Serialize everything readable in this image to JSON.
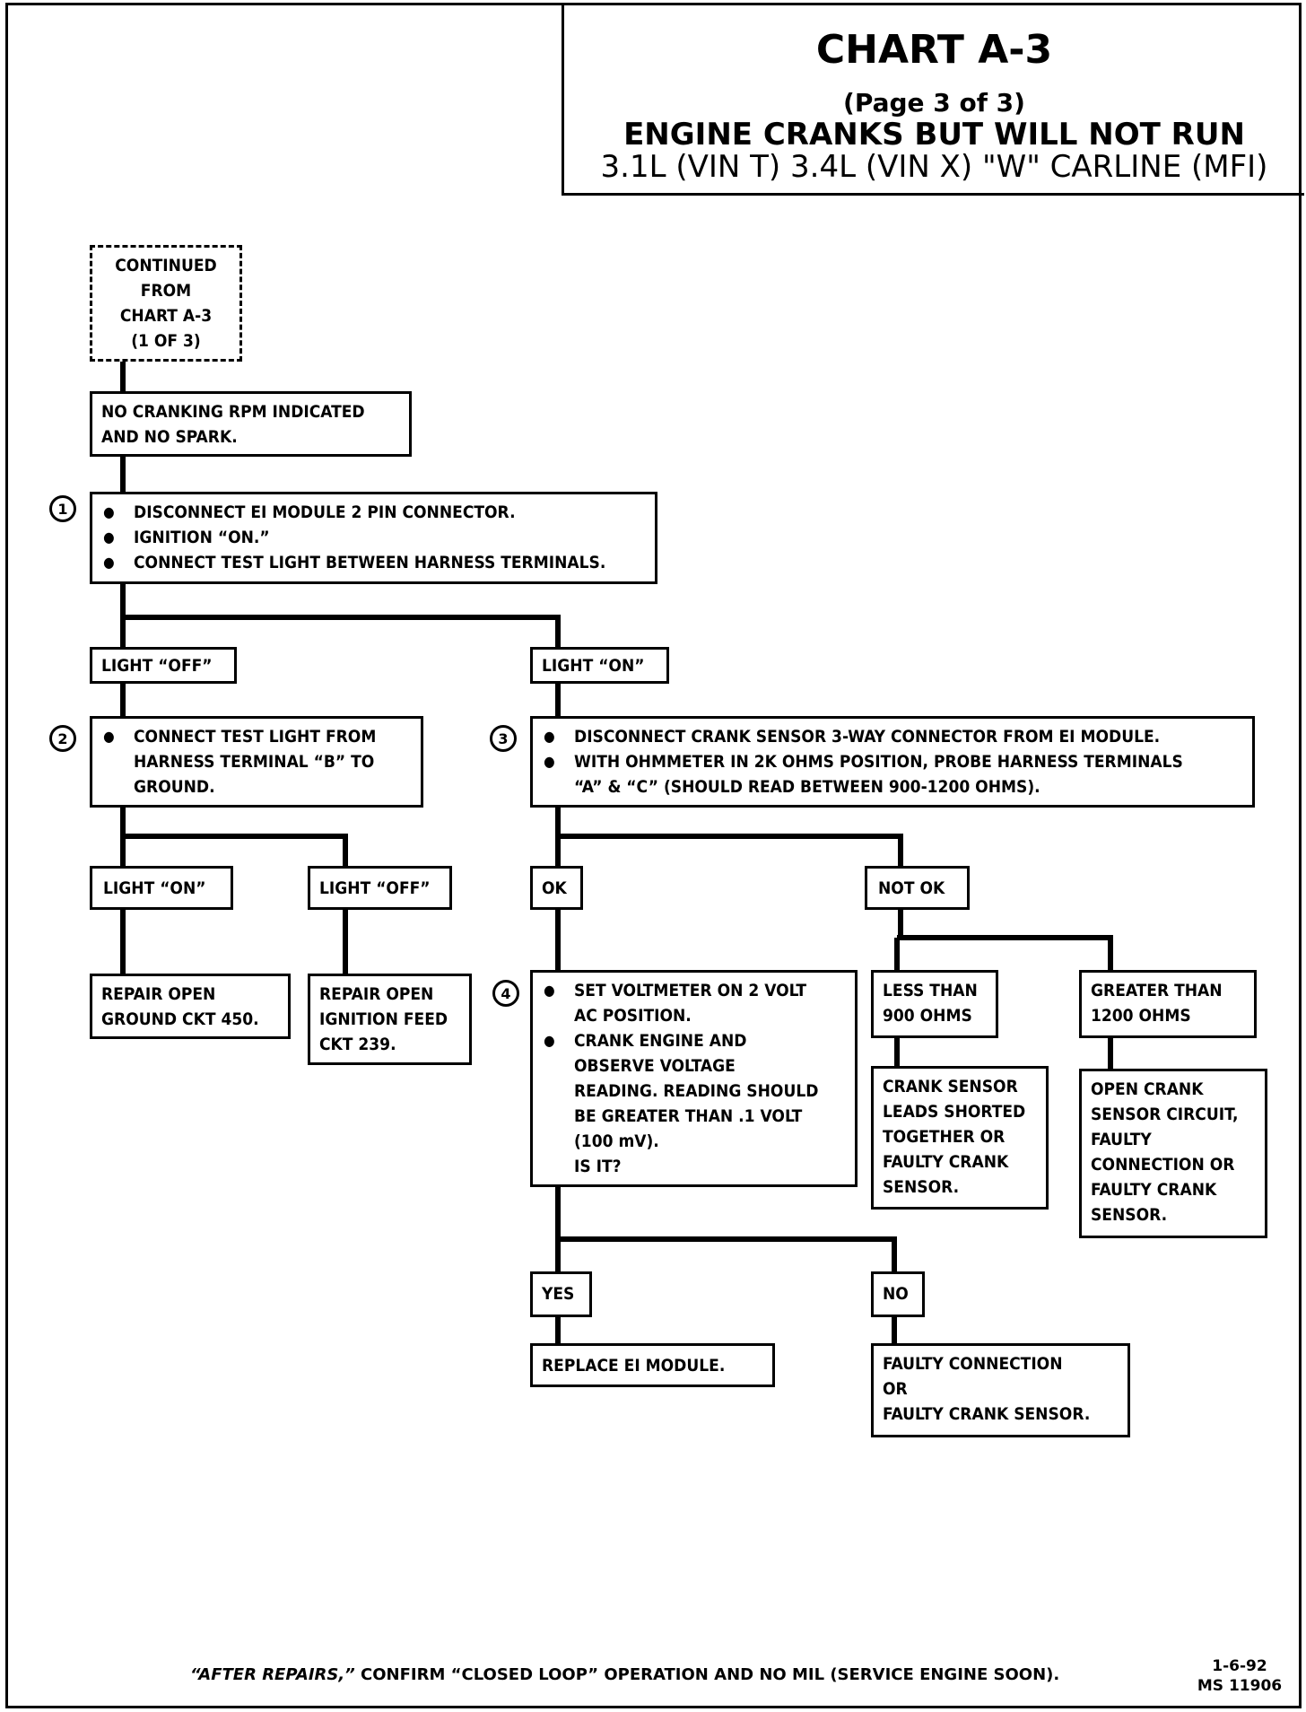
{
  "header": {
    "chart_title": "CHART A-3",
    "page_indicator": "(Page 3 of 3)",
    "subtitle": "ENGINE CRANKS BUT WILL NOT RUN",
    "subtitle2": "3.1L (VIN T) 3.4L (VIN X) \"W\" CARLINE (MFI)"
  },
  "continued": [
    "CONTINUED",
    "FROM",
    "CHART A-3",
    "(1 OF 3)"
  ],
  "start_box": [
    "NO CRANKING RPM INDICATED",
    "AND NO SPARK."
  ],
  "steps": {
    "s1": "1",
    "s2": "2",
    "s3": "3",
    "s4": "4"
  },
  "step1_items": [
    "DISCONNECT EI MODULE 2 PIN CONNECTOR.",
    "IGNITION “ON.”",
    "CONNECT TEST LIGHT BETWEEN HARNESS TERMINALS."
  ],
  "light_off_1": "LIGHT “OFF”",
  "light_on_1": "LIGHT “ON”",
  "step2_item": [
    "CONNECT TEST LIGHT  FROM",
    "HARNESS TERMINAL “B” TO",
    "GROUND."
  ],
  "step3_items": [
    [
      "DISCONNECT CRANK SENSOR  3-WAY CONNECTOR FROM EI MODULE."
    ],
    [
      "WITH OHMMETER IN 2K OHMS POSITION, PROBE HARNESS TERMINALS",
      "“A” & “C”  (SHOULD READ BETWEEN 900-1200 OHMS)."
    ]
  ],
  "light_on_2": "LIGHT “ON”",
  "light_off_2": "LIGHT “OFF”",
  "ok": "OK",
  "not_ok": "NOT OK",
  "repair_ground": [
    "REPAIR OPEN",
    "GROUND CKT 450."
  ],
  "repair_ignition": [
    "REPAIR OPEN",
    "IGNITION FEED",
    "CKT 239."
  ],
  "step4_items": [
    [
      "SET VOLTMETER ON 2 VOLT",
      "AC POSITION."
    ],
    [
      "CRANK ENGINE AND",
      "OBSERVE VOLTAGE",
      "READING.  READING SHOULD",
      "BE GREATER THAN .1 VOLT",
      "(100 mV).",
      "IS IT?"
    ]
  ],
  "less_than": [
    "LESS THAN",
    "900 OHMS"
  ],
  "greater_than": [
    "GREATER THAN",
    "1200 OHMS"
  ],
  "crank_shorted": [
    "CRANK SENSOR",
    "LEADS SHORTED",
    "TOGETHER OR",
    "FAULTY CRANK",
    "SENSOR."
  ],
  "open_crank": [
    "OPEN CRANK",
    "SENSOR CIRCUIT,",
    "FAULTY",
    "CONNECTION OR",
    "FAULTY CRANK",
    "SENSOR."
  ],
  "yes": "YES",
  "no": "NO",
  "replace_ei": "REPLACE EI MODULE.",
  "faulty_conn": [
    "FAULTY CONNECTION",
    "OR",
    "FAULTY CRANK SENSOR."
  ],
  "footer": {
    "note_em": "“AFTER REPAIRS,”",
    "note_rest": " CONFIRM “CLOSED LOOP” OPERATION AND NO MIL (SERVICE ENGINE SOON).",
    "date": "1-6-92",
    "code": "MS 11906"
  }
}
